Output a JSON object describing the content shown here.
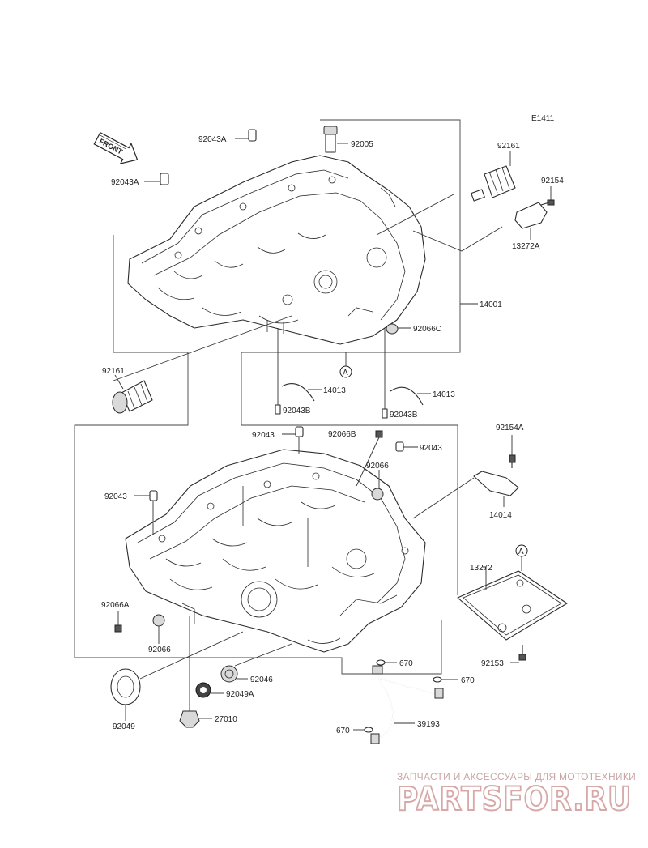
{
  "diagram_code": "E1411",
  "front_arrow_label": "FRONT",
  "callout_circle": "A",
  "labels": {
    "l_92043A_top": "92043A",
    "l_92005": "92005",
    "l_92161_top": "92161",
    "l_92154": "92154",
    "l_92043A_left": "92043A",
    "l_13272A": "13272A",
    "l_14001": "14001",
    "l_92066C": "92066C",
    "l_92161_mid": "92161",
    "l_14013_a": "14013",
    "l_14013_b": "14013",
    "l_92043B_a": "92043B",
    "l_92043B_b": "92043B",
    "l_92154A": "92154A",
    "l_92043_a": "92043",
    "l_92066B": "92066B",
    "l_92043_b": "92043",
    "l_92066_a": "92066",
    "l_92043_c": "92043",
    "l_14014": "14014",
    "l_13272": "13272",
    "l_92066A": "92066A",
    "l_92066_b": "92066",
    "l_92153": "92153",
    "l_670_a": "670",
    "l_670_b": "670",
    "l_92046": "92046",
    "l_92049A": "92049A",
    "l_92049": "92049",
    "l_27010": "27010",
    "l_670_c": "670",
    "l_39193": "39193"
  },
  "watermark": {
    "tagline": "ЗАПЧАСТИ И АКСЕССУАРЫ ДЛЯ МОТОТЕХНИКИ",
    "brand": "PARTSFOR.RU"
  }
}
